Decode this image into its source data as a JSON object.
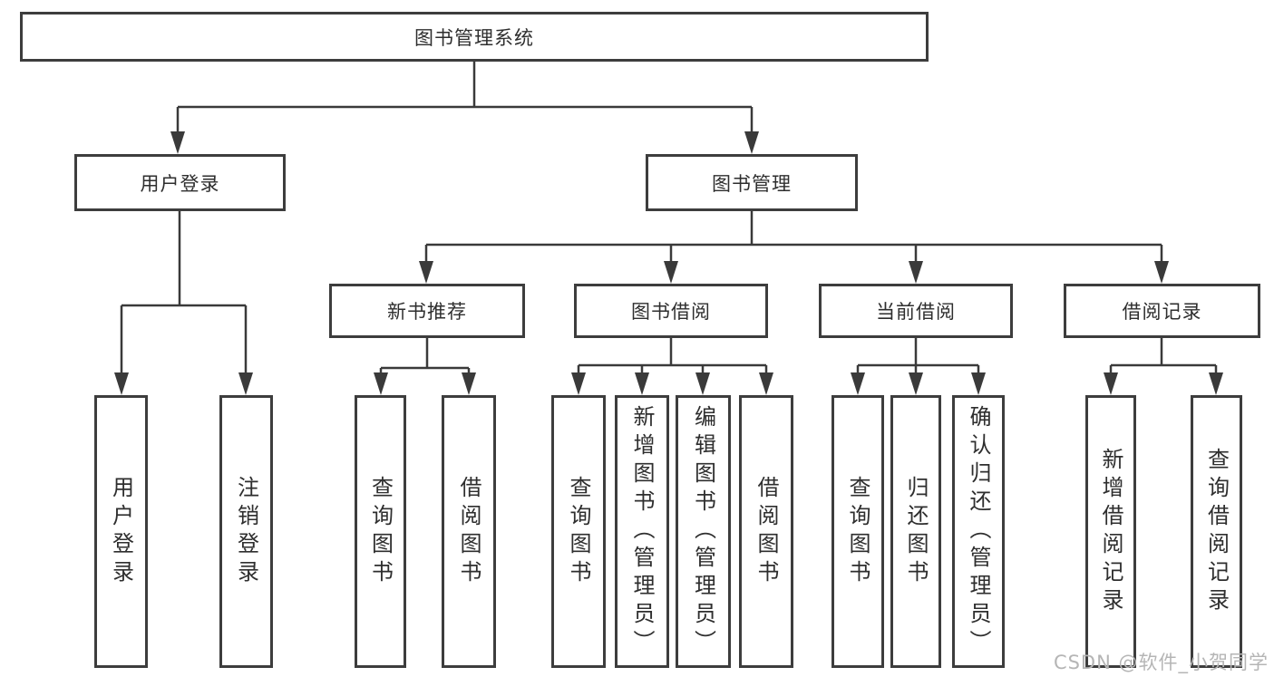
{
  "diagram": {
    "title": "图书管理系统",
    "nodes": {
      "root": "图书管理系统",
      "login": {
        "label": "用户登录",
        "children": [
          "用户登录",
          "注销登录"
        ]
      },
      "mgmt": {
        "label": "图书管理"
      },
      "recommend": {
        "label": "新书推荐",
        "children": [
          "查询图书",
          "借阅图书"
        ]
      },
      "borrow": {
        "label": "图书借阅",
        "children": [
          "查询图书",
          "新增图书（管理员）",
          "编辑图书（管理员）",
          "借阅图书"
        ]
      },
      "current": {
        "label": "当前借阅",
        "children": [
          "查询图书",
          "归还图书",
          "确认归还（管理员）"
        ]
      },
      "records": {
        "label": "借阅记录",
        "children": [
          "新增借阅记录",
          "查询借阅记录"
        ]
      }
    },
    "colors": {
      "line": "#3a3a3a",
      "box_border": "#3d3d3d",
      "text": "#2e2e2e",
      "background": "#ffffff",
      "watermark": "#b5b5b5"
    }
  },
  "watermark": {
    "text": "CSDN @软件_小贺同学"
  }
}
